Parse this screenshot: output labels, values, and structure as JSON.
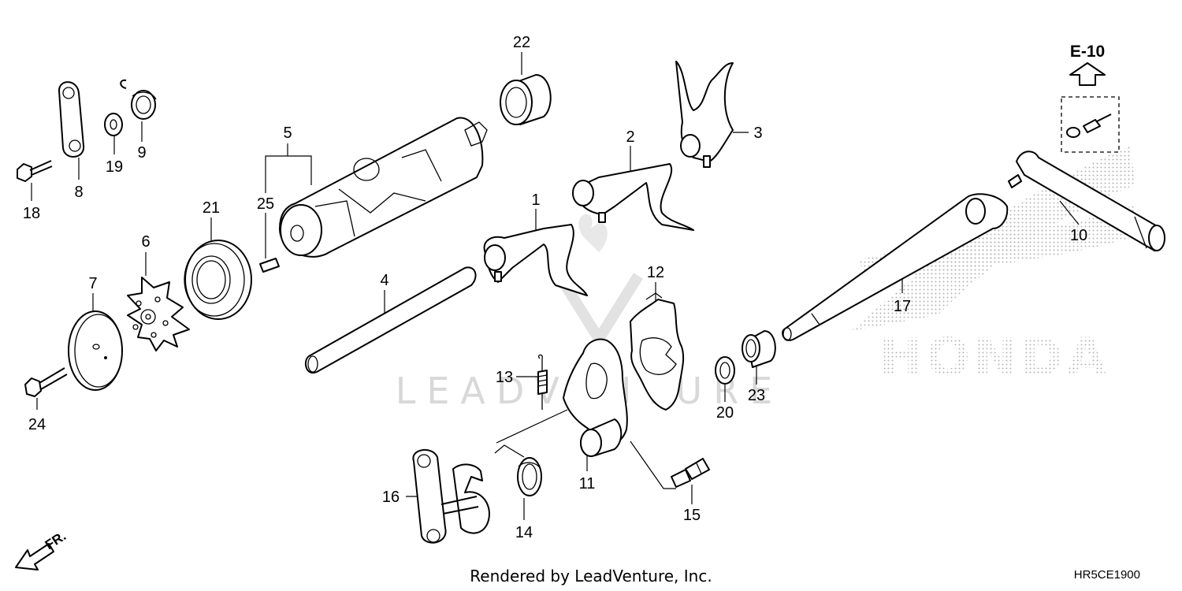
{
  "diagram": {
    "reference_label": "E-10",
    "watermark": "LEADVENTURE",
    "brand_logo_text": "HONDA",
    "direction_label": "FR.",
    "footer": "Rendered by LeadVenture, Inc.",
    "diagram_code": "HR5CE1900"
  },
  "parts": [
    {
      "id": "1",
      "label": "1"
    },
    {
      "id": "2",
      "label": "2"
    },
    {
      "id": "3",
      "label": "3"
    },
    {
      "id": "4",
      "label": "4"
    },
    {
      "id": "5",
      "label": "5"
    },
    {
      "id": "6",
      "label": "6"
    },
    {
      "id": "7",
      "label": "7"
    },
    {
      "id": "8",
      "label": "8"
    },
    {
      "id": "9",
      "label": "9"
    },
    {
      "id": "10",
      "label": "10"
    },
    {
      "id": "11",
      "label": "11"
    },
    {
      "id": "12",
      "label": "12"
    },
    {
      "id": "13",
      "label": "13"
    },
    {
      "id": "14",
      "label": "14"
    },
    {
      "id": "15",
      "label": "15"
    },
    {
      "id": "16",
      "label": "16"
    },
    {
      "id": "17",
      "label": "17"
    },
    {
      "id": "18",
      "label": "18"
    },
    {
      "id": "19",
      "label": "19"
    },
    {
      "id": "20",
      "label": "20"
    },
    {
      "id": "21",
      "label": "21"
    },
    {
      "id": "22",
      "label": "22"
    },
    {
      "id": "23",
      "label": "23"
    },
    {
      "id": "24",
      "label": "24"
    },
    {
      "id": "25",
      "label": "25"
    }
  ]
}
